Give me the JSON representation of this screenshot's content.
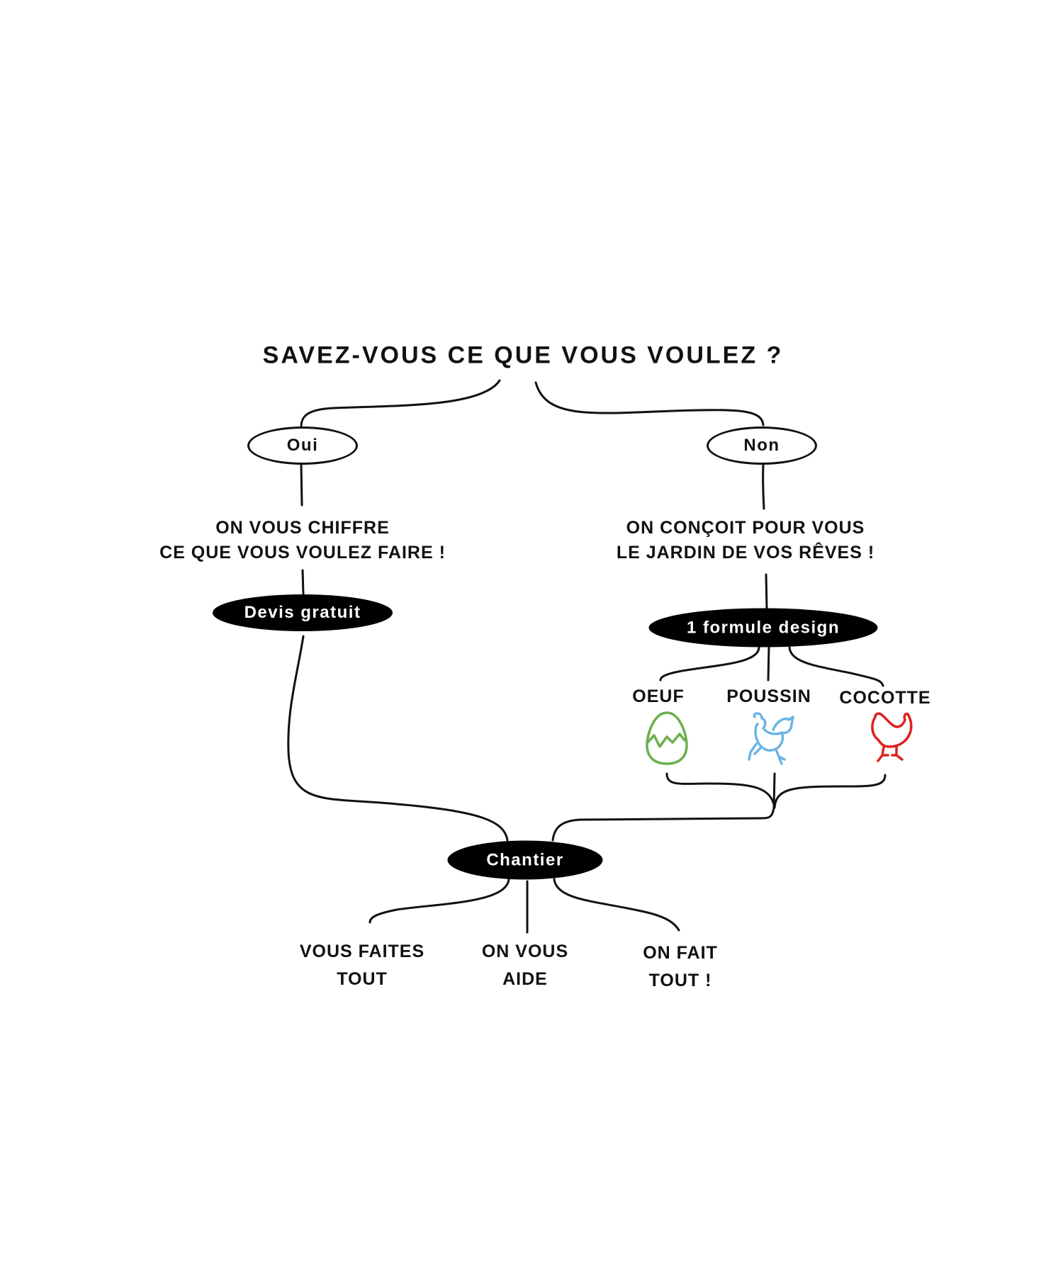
{
  "title": "Savez-vous ce que vous voulez ?",
  "yes_branch": {
    "label": "Oui",
    "text_line1": "On vous chiffre",
    "text_line2": "ce que vous voulez faire !",
    "step": "Devis gratuit"
  },
  "no_branch": {
    "label": "Non",
    "text_line1": "On conçoit pour vous",
    "text_line2": "le jardin de vos rêves !",
    "step": "1 formule design",
    "formulas": [
      {
        "label": "Oeuf",
        "icon": "egg-icon",
        "color": "#6ab04c"
      },
      {
        "label": "Poussin",
        "icon": "chick-icon",
        "color": "#6cb4e4"
      },
      {
        "label": "Cocotte",
        "icon": "hen-icon",
        "color": "#e02020"
      }
    ]
  },
  "final_step": "Chantier",
  "outcomes": [
    {
      "line1": "Vous faites",
      "line2": "tout"
    },
    {
      "line1": "On vous",
      "line2": "aide"
    },
    {
      "line1": "On fait",
      "line2": "tout !"
    }
  ]
}
